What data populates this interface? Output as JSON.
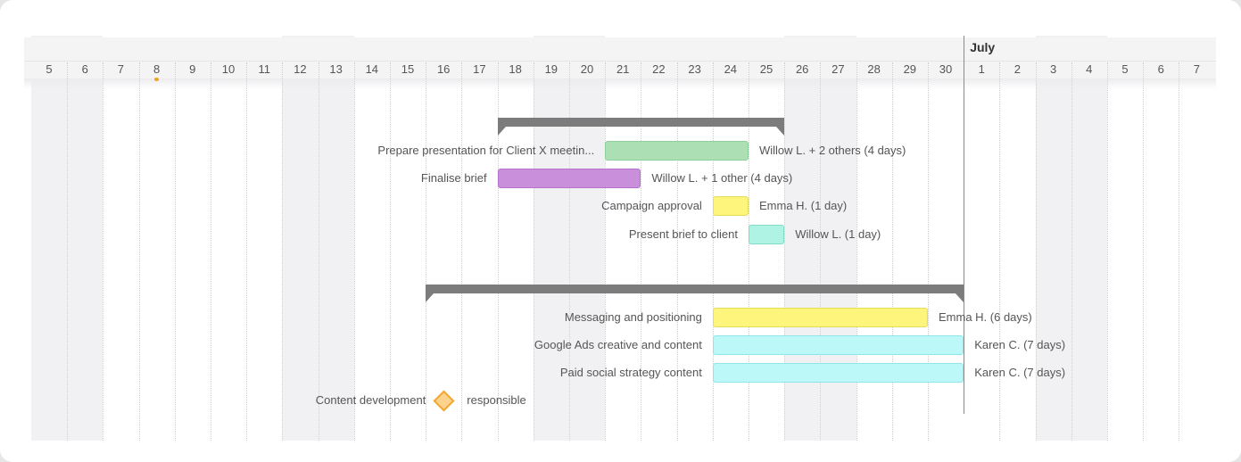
{
  "timeline": {
    "month_label": "July",
    "days": [
      "5",
      "6",
      "7",
      "8",
      "9",
      "10",
      "11",
      "12",
      "13",
      "14",
      "15",
      "16",
      "17",
      "18",
      "19",
      "20",
      "21",
      "22",
      "23",
      "24",
      "25",
      "26",
      "27",
      "28",
      "29",
      "30",
      "1",
      "2",
      "3",
      "4",
      "5",
      "6",
      "7"
    ],
    "weekend_day_indices": [
      0,
      1,
      7,
      8,
      14,
      15,
      21,
      22,
      28,
      29
    ],
    "today_index": 3,
    "month_boundary_index": 26
  },
  "groups": [
    {
      "summary_start_index": 13,
      "summary_end_index": 20,
      "tasks": [
        {
          "name": "Prepare presentation for Client X meetin...",
          "start_index": 16,
          "end_index": 19,
          "color": "#addfb5",
          "border": "#8fcf9a",
          "resources": "Willow L. + 2 others (4 days)"
        },
        {
          "name": "Finalise brief",
          "start_index": 13,
          "end_index": 16,
          "color": "#c98fdb",
          "border": "#b673cc",
          "resources": "Willow L. + 1 other (4 days)"
        },
        {
          "name": "Campaign approval",
          "start_index": 19,
          "end_index": 19,
          "color": "#fdf57c",
          "border": "#e6dc5a",
          "resources": "Emma H. (1 day)"
        },
        {
          "name": "Present brief to client",
          "start_index": 20,
          "end_index": 20,
          "color": "#aef3e3",
          "border": "#7fdcc6",
          "resources": "Willow L. (1 day)"
        }
      ]
    },
    {
      "summary_start_index": 11,
      "summary_end_index": 25,
      "tasks": [
        {
          "name": "Messaging and positioning",
          "start_index": 19,
          "end_index": 24,
          "color": "#fdf57c",
          "border": "#e6dc5a",
          "resources": "Emma H. (6 days)"
        },
        {
          "name": "Google Ads creative and content",
          "start_index": 19,
          "end_index": 25,
          "color": "#bdf8f8",
          "border": "#8ee6e6",
          "resources": "Karen C. (7 days)"
        },
        {
          "name": "Paid social strategy content",
          "start_index": 19,
          "end_index": 25,
          "color": "#bdf8f8",
          "border": "#8ee6e6",
          "resources": "Karen C. (7 days)"
        }
      ]
    }
  ],
  "milestone": {
    "name": "Content development",
    "index": 11,
    "resources": "responsible"
  }
}
